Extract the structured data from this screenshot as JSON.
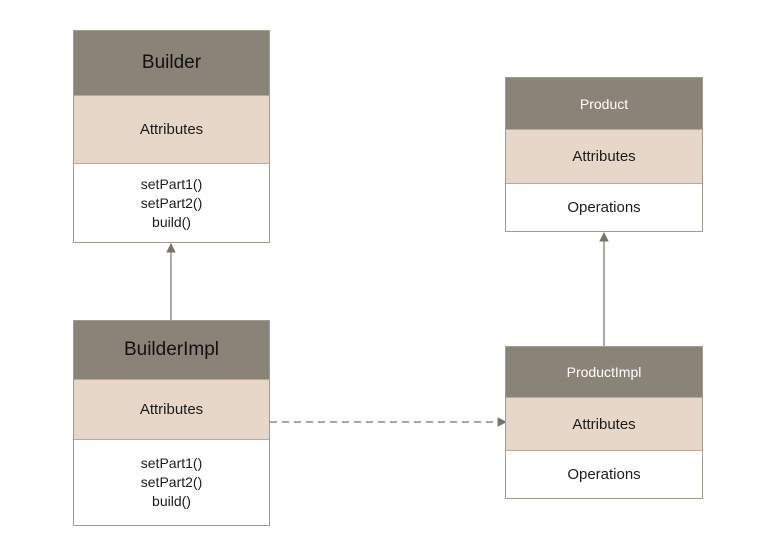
{
  "classes": {
    "builder": {
      "name": "Builder",
      "attributes": "Attributes",
      "operations": [
        "setPart1()",
        "setPart2()",
        "build()"
      ]
    },
    "builder_impl": {
      "name": "BuilderImpl",
      "attributes": "Attributes",
      "operations": [
        "setPart1()",
        "setPart2()",
        "build()"
      ]
    },
    "product": {
      "name": "Product",
      "attributes": "Attributes",
      "operations": "Operations"
    },
    "product_impl": {
      "name": "ProductImpl",
      "attributes": "Attributes",
      "operations": "Operations"
    }
  },
  "relationships": [
    {
      "from": "BuilderImpl",
      "to": "Builder",
      "type": "generalization"
    },
    {
      "from": "ProductImpl",
      "to": "Product",
      "type": "generalization"
    },
    {
      "from": "BuilderImpl",
      "to": "ProductImpl",
      "type": "dependency"
    }
  ],
  "colors": {
    "header": "#8a8378",
    "attributes": "#e6d7c8",
    "operations": "#ffffff",
    "border": "#a29b90",
    "connector": "#8a8378"
  }
}
